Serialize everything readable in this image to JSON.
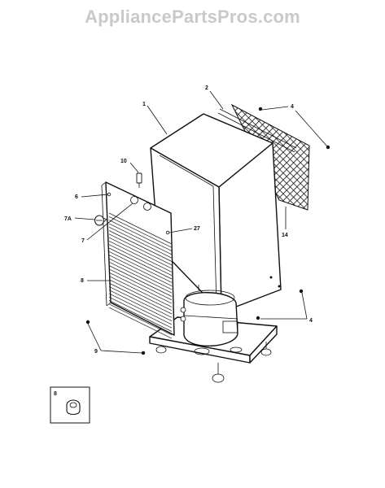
{
  "watermark": "AppliancePartsPros.com",
  "callouts": {
    "c1": "1",
    "c2": "2",
    "c4a": "4",
    "c4b": "4",
    "c6": "6",
    "c7a": "7A",
    "c7": "7",
    "c8": "8",
    "c9": "9",
    "c10": "10",
    "c14": "14",
    "c27": "27",
    "inset": "8"
  },
  "colors": {
    "line": "#111111",
    "watermark": "#c9c9c9"
  }
}
